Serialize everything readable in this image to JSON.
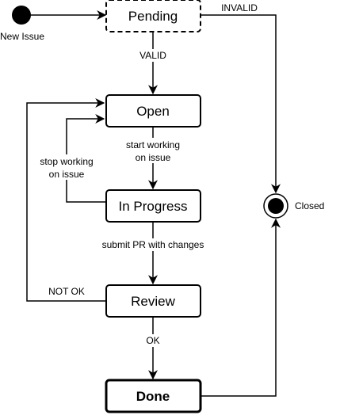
{
  "nodes": {
    "new_issue": "New Issue",
    "pending": "Pending",
    "open": "Open",
    "in_progress": "In Progress",
    "review": "Review",
    "done": "Done",
    "closed": "Closed"
  },
  "edges": {
    "invalid": "INVALID",
    "valid": "VALID",
    "start_working_1": "start working",
    "start_working_2": "on issue",
    "stop_working_1": "stop working",
    "stop_working_2": "on issue",
    "submit_pr": "submit PR with changes",
    "not_ok": "NOT OK",
    "ok": "OK"
  }
}
